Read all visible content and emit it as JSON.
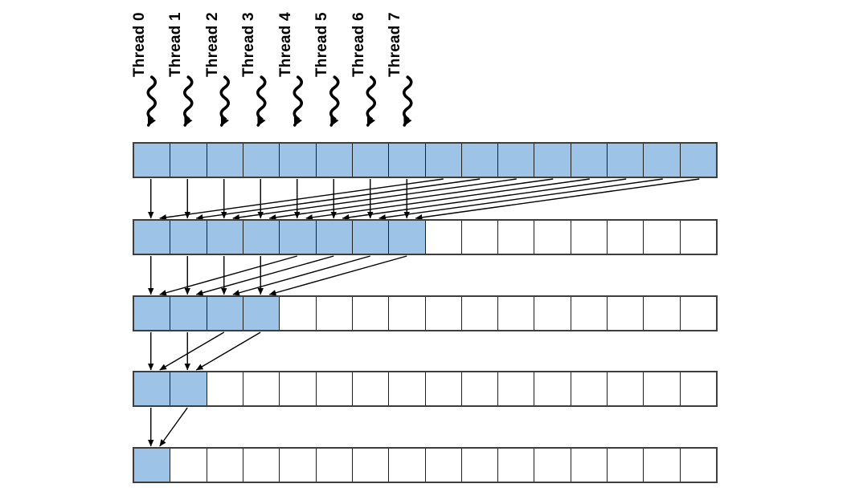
{
  "diagram": {
    "name": "parallel-reduction",
    "threads": [
      "Thread 0",
      "Thread 1",
      "Thread 2",
      "Thread 3",
      "Thread 4",
      "Thread 5",
      "Thread 6",
      "Thread 7"
    ],
    "rows": [
      {
        "cells": 16,
        "active": 16
      },
      {
        "cells": 16,
        "active": 8
      },
      {
        "cells": 16,
        "active": 4
      },
      {
        "cells": 16,
        "active": 2
      },
      {
        "cells": 16,
        "active": 1
      }
    ],
    "colors": {
      "active_cell_fill": "#9DC3E6",
      "inactive_cell_fill": "#FFFFFF",
      "cell_border": "#3D3D3D",
      "cell_divider": "#1F1F1F",
      "arrow": "#000000",
      "label_text": "#000000"
    }
  }
}
